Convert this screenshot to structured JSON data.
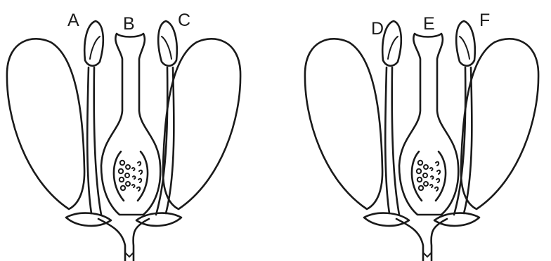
{
  "labels": {
    "a": "A",
    "b": "B",
    "c": "C",
    "d": "D",
    "e": "E",
    "f": "F"
  },
  "colors": {
    "ink": "#1a1a1a",
    "background": "#ffffff"
  }
}
